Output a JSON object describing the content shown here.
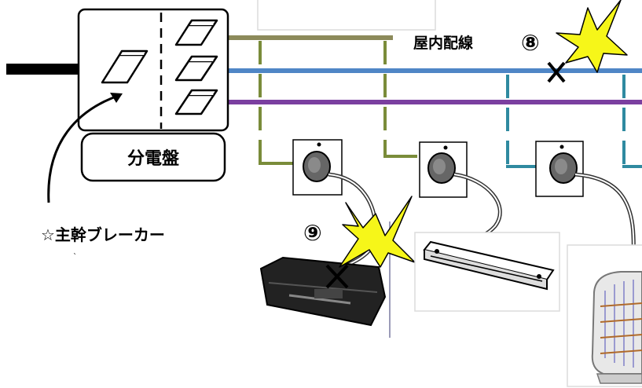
{
  "panel": {
    "label": "分電盤"
  },
  "main_breaker": {
    "label": "☆主幹ブレーカー"
  },
  "wiring": {
    "label": "屋内配線",
    "colors": {
      "olive": "#8c8a5a",
      "blue": "#4f86c6",
      "purple": "#7b3fa0",
      "outlet_green": "#7a8c3a",
      "outlet_teal": "#2f8aa0"
    }
  },
  "faults": [
    {
      "marker": "⑧",
      "location": "屋内配線",
      "icon": "spark-burst-icon"
    },
    {
      "marker": "⑨",
      "location": "エアコン",
      "icon": "spark-burst-icon"
    }
  ],
  "appliances": [
    {
      "name": "air-conditioner",
      "icon": "air-conditioner-icon"
    },
    {
      "name": "fluorescent-light",
      "icon": "fluorescent-light-icon"
    },
    {
      "name": "electric-heater",
      "icon": "heater-icon"
    }
  ],
  "outlets": [
    {
      "icon": "outlet-plug-icon"
    },
    {
      "icon": "outlet-plug-icon"
    },
    {
      "icon": "outlet-plug-icon"
    }
  ]
}
